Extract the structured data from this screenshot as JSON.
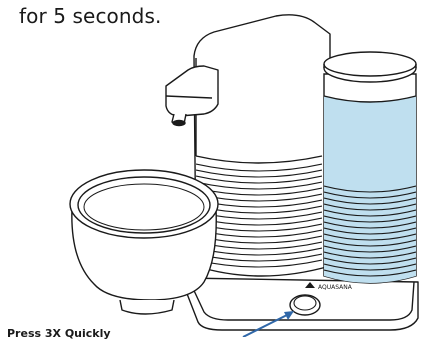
{
  "instruction": {
    "hold_text": "for 5 seconds.",
    "press_text": "Press 3X Quickly"
  },
  "device": {
    "brand_mark": "AQUASANA"
  },
  "colors": {
    "outline": "#1a1a1a",
    "water": "#bfdfef",
    "arrow": "#2f67a8",
    "background": "#ffffff"
  }
}
